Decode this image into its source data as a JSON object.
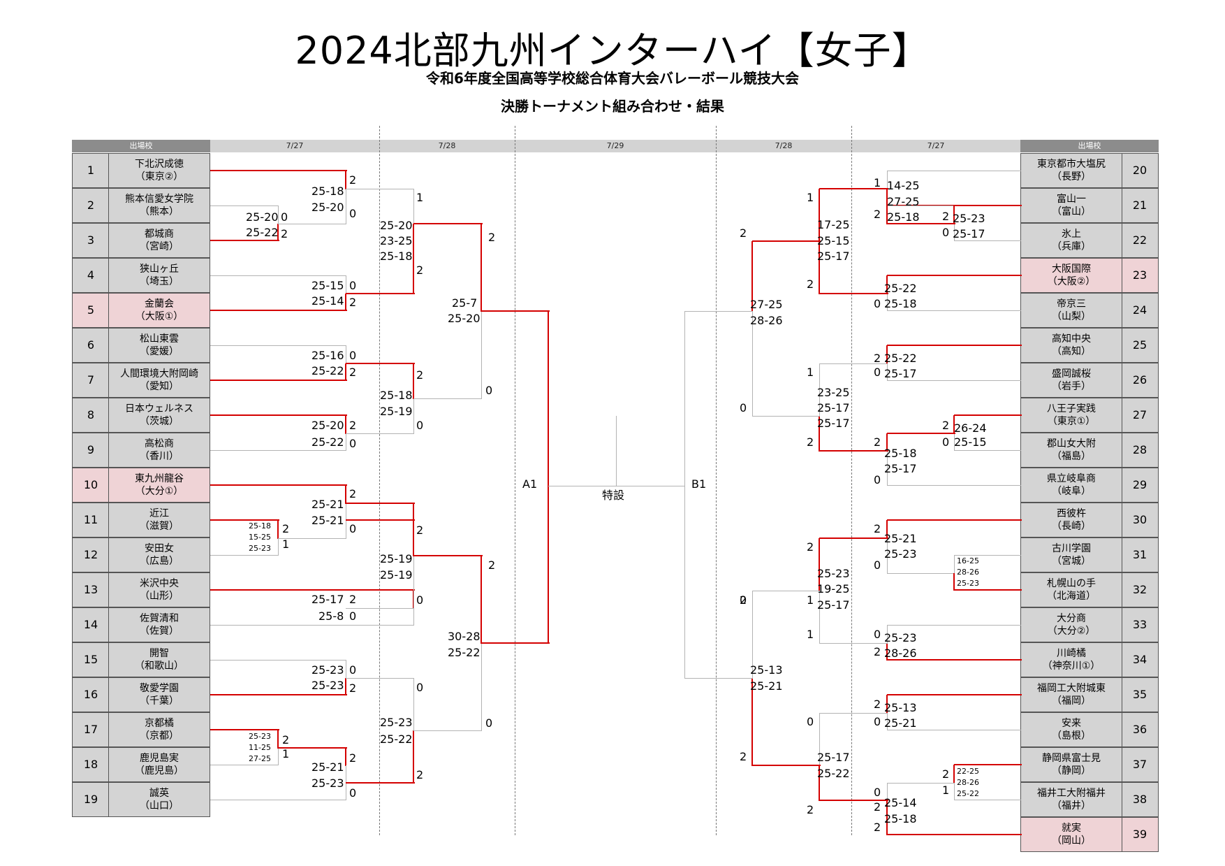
{
  "title": "2024北部九州インターハイ【女子】",
  "subtitle1": "令和6年度全国高等学校総合体育大会バレーボール競技大会",
  "subtitle2": "決勝トーナメント組み合わせ・結果",
  "headers": {
    "school_left": "出場校",
    "d1_left": "7/27",
    "d2_left": "7/28",
    "d3": "7/29",
    "d2_right": "7/28",
    "d1_right": "7/27",
    "school_right": "出場校"
  },
  "left_teams": [
    {
      "num": "1",
      "school": "下北沢成徳",
      "pref": "（東京②）"
    },
    {
      "num": "2",
      "school": "熊本信愛女学院",
      "pref": "（熊本）"
    },
    {
      "num": "3",
      "school": "都城商",
      "pref": "（宮崎）"
    },
    {
      "num": "4",
      "school": "狭山ヶ丘",
      "pref": "（埼玉）"
    },
    {
      "num": "5",
      "school": "金蘭会",
      "pref": "（大阪①）"
    },
    {
      "num": "6",
      "school": "松山東雲",
      "pref": "（愛媛）"
    },
    {
      "num": "7",
      "school": "人間環境大附岡崎",
      "pref": "（愛知）"
    },
    {
      "num": "8",
      "school": "日本ウェルネス",
      "pref": "（茨城）"
    },
    {
      "num": "9",
      "school": "高松商",
      "pref": "（香川）"
    },
    {
      "num": "10",
      "school": "東九州龍谷",
      "pref": "（大分①）"
    },
    {
      "num": "11",
      "school": "近江",
      "pref": "（滋賀）"
    },
    {
      "num": "12",
      "school": "安田女",
      "pref": "（広島）"
    },
    {
      "num": "13",
      "school": "米沢中央",
      "pref": "（山形）"
    },
    {
      "num": "14",
      "school": "佐賀清和",
      "pref": "（佐賀）"
    },
    {
      "num": "15",
      "school": "開智",
      "pref": "（和歌山）"
    },
    {
      "num": "16",
      "school": "敬愛学園",
      "pref": "（千葉）"
    },
    {
      "num": "17",
      "school": "京都橘",
      "pref": "（京都）"
    },
    {
      "num": "18",
      "school": "鹿児島実",
      "pref": "（鹿児島）"
    },
    {
      "num": "19",
      "school": "誠英",
      "pref": "（山口）"
    }
  ],
  "right_teams": [
    {
      "num": "20",
      "school": "東京都市大塩尻",
      "pref": "（長野）"
    },
    {
      "num": "21",
      "school": "富山一",
      "pref": "（富山）"
    },
    {
      "num": "22",
      "school": "氷上",
      "pref": "（兵庫）"
    },
    {
      "num": "23",
      "school": "大阪国際",
      "pref": "（大阪②）"
    },
    {
      "num": "24",
      "school": "帝京三",
      "pref": "（山梨）"
    },
    {
      "num": "25",
      "school": "高知中央",
      "pref": "（高知）"
    },
    {
      "num": "26",
      "school": "盛岡誠桜",
      "pref": "（岩手）"
    },
    {
      "num": "27",
      "school": "八王子実践",
      "pref": "（東京①）"
    },
    {
      "num": "28",
      "school": "郡山女大附",
      "pref": "（福島）"
    },
    {
      "num": "29",
      "school": "県立岐阜商",
      "pref": "（岐阜）"
    },
    {
      "num": "30",
      "school": "西彼杵",
      "pref": "（長崎）"
    },
    {
      "num": "31",
      "school": "古川学園",
      "pref": "（宮城）"
    },
    {
      "num": "32",
      "school": "札幌山の手",
      "pref": "（北海道）"
    },
    {
      "num": "33",
      "school": "大分商",
      "pref": "（大分②）"
    },
    {
      "num": "34",
      "school": "川崎橘",
      "pref": "（神奈川①）"
    },
    {
      "num": "35",
      "school": "福岡工大附城東",
      "pref": "（福岡）"
    },
    {
      "num": "36",
      "school": "安来",
      "pref": "（島根）"
    },
    {
      "num": "37",
      "school": "静岡県富士見",
      "pref": "（静岡）"
    },
    {
      "num": "38",
      "school": "福井工大附福井",
      "pref": "（福井）"
    },
    {
      "num": "39",
      "school": "就実",
      "pref": "（岡山）"
    }
  ],
  "highlight_colors": {
    "seed": "#efd3d6",
    "winner_line": "#d40000",
    "loser_line": "#b3b3b3"
  },
  "labels": {
    "a1": "A1",
    "b1": "B1",
    "special": "特設"
  },
  "texts": [
    "2",
    "25-18",
    "25-20",
    "0",
    "25-20",
    "0",
    "25-22",
    "2",
    "25-15",
    "0",
    "25-14",
    "2",
    "1",
    "25-20",
    "23-25",
    "25-18",
    "2",
    "2",
    "25-7",
    "25-20",
    "25-16",
    "0",
    "25-22",
    "2",
    "2",
    "25-18",
    "25-19",
    "0",
    "0",
    "25-20",
    "2",
    "25-22",
    "0",
    "2",
    "25-21",
    "25-21",
    "0",
    "2",
    "1",
    "2",
    "25-19",
    "25-19",
    "2",
    "25-17",
    "2",
    "25-8",
    "0",
    "0",
    "30-28",
    "25-22",
    "25-23",
    "0",
    "25-23",
    "2",
    "0",
    "25-23",
    "25-22",
    "0",
    "2",
    "1",
    "2",
    "25-21",
    "25-23",
    "0",
    "2",
    "1",
    "14-25",
    "27-25",
    "2",
    "25-18",
    "2",
    "25-23",
    "0",
    "25-17",
    "1",
    "17-25",
    "25-15",
    "25-17",
    "2",
    "2",
    "25-22",
    "0",
    "25-18",
    "27-25",
    "28-26",
    "2",
    "25-22",
    "0",
    "25-17",
    "1",
    "23-25",
    "25-17",
    "25-17",
    "0",
    "2",
    "26-24",
    "0",
    "25-15",
    "2",
    "2",
    "25-18",
    "25-17",
    "0",
    "2",
    "25-21",
    "25-23",
    "2",
    "0",
    "1",
    "2",
    "25-23",
    "19-25",
    "25-17",
    "0",
    "1",
    "0",
    "25-23",
    "2",
    "28-26",
    "25-13",
    "25-21",
    "2",
    "25-13",
    "0",
    "25-21",
    "0",
    "2",
    "2",
    "1",
    "25-17",
    "25-22",
    "0",
    "25-14",
    "2",
    "25-18",
    "2",
    "2"
  ],
  "small_texts": [
    "25-18",
    "15-25",
    "25-23",
    "25-23",
    "11-25",
    "27-25",
    "16-25",
    "28-26",
    "25-23",
    "22-25",
    "28-26",
    "25-22"
  ]
}
